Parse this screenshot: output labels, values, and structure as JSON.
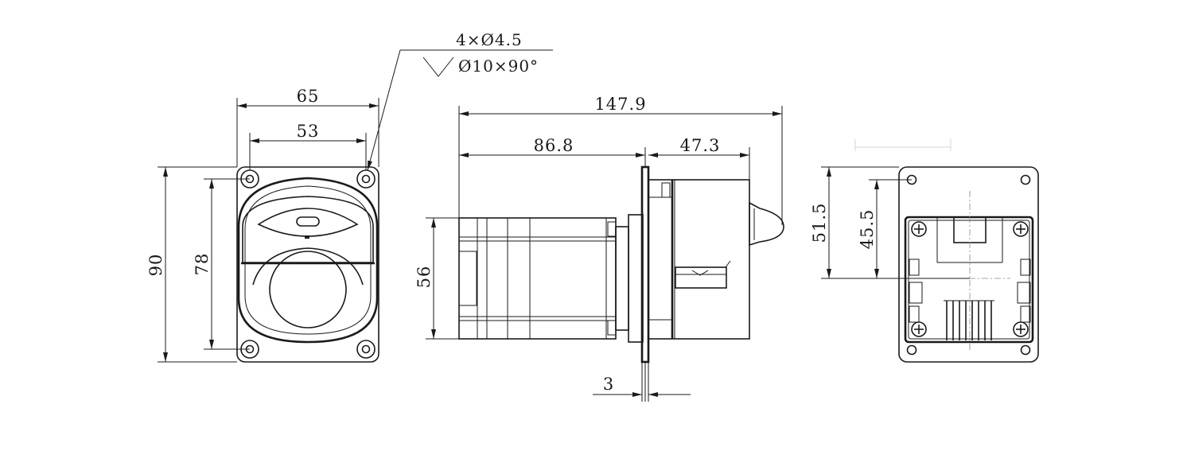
{
  "figure": "peristaltic pump outline drawing",
  "views": {
    "front": {
      "dimensions": {
        "width_outer": "65",
        "width_holes": "53",
        "height_outer": "90",
        "height_holes": "78"
      }
    },
    "side": {
      "dimensions": {
        "length_total": "147.9",
        "length_motor": "86.8",
        "length_head": "47.3",
        "motor_height": "56",
        "flange_thickness": "3"
      }
    },
    "rear": {
      "dimensions": {
        "height_outer": "51.5",
        "height_inner": "45.5"
      }
    }
  },
  "notes": {
    "hole_spec": "4×Ø4.5",
    "countersink_spec": "Ø10×90°"
  }
}
